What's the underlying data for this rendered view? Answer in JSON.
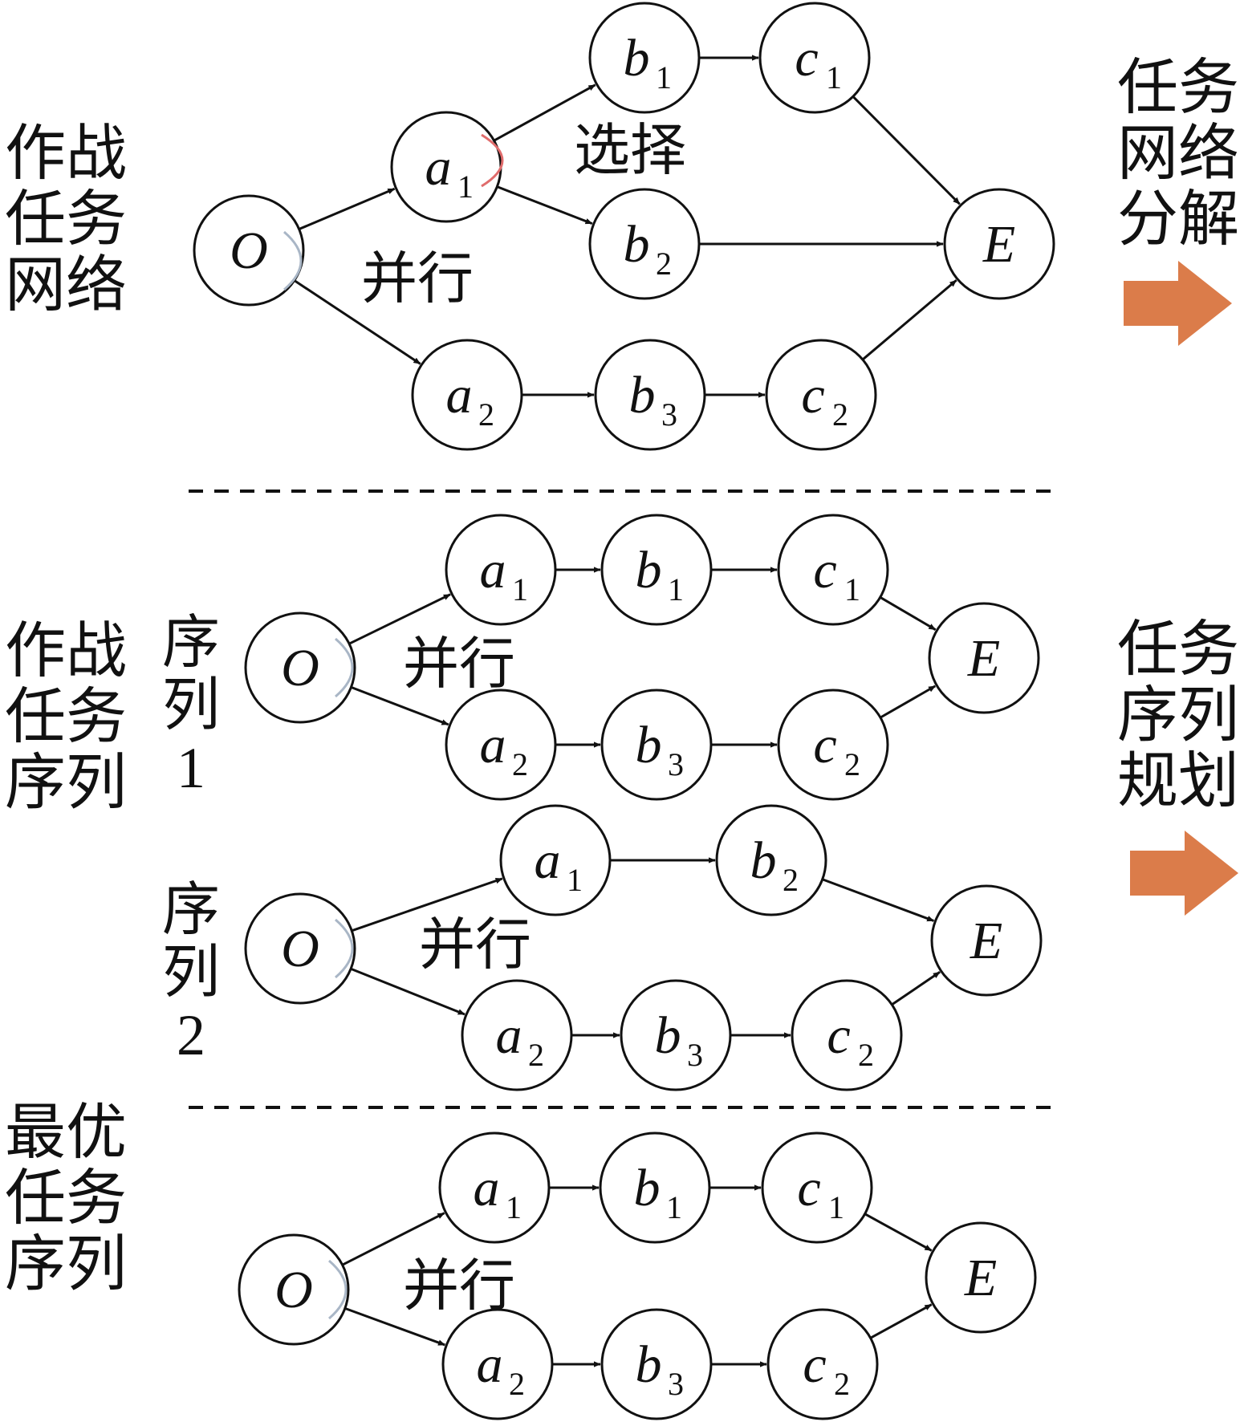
{
  "colors": {
    "stroke": "#111111",
    "select_arc": "#e06c6c",
    "parallel_arc": "#a9b6c6",
    "arrow_orange": "#db7c4a"
  },
  "labels": {
    "network": "作战\n任务\n网络",
    "sequences": "作战\n任务\n序列",
    "optimal": "最优\n任务\n序列",
    "decompose": "任务\n网络\n分解",
    "planning": "任务\n序列\n规划",
    "seq1": "序\n列\n1",
    "seq2": "序\n列\n2"
  },
  "annotations": {
    "select": "选择",
    "parallel": "并行"
  },
  "icons": [
    "right-arrow-icon"
  ],
  "graphs": [
    {
      "name": "task-network",
      "parallel_label": "并行",
      "select_label": "选择",
      "nodes": [
        {
          "id": "O",
          "base": "O",
          "sub": ""
        },
        {
          "id": "a1",
          "base": "a",
          "sub": "1"
        },
        {
          "id": "a2",
          "base": "a",
          "sub": "2"
        },
        {
          "id": "b1",
          "base": "b",
          "sub": "1"
        },
        {
          "id": "b2",
          "base": "b",
          "sub": "2"
        },
        {
          "id": "b3",
          "base": "b",
          "sub": "3"
        },
        {
          "id": "c1",
          "base": "c",
          "sub": "1"
        },
        {
          "id": "c2",
          "base": "c",
          "sub": "2"
        },
        {
          "id": "E",
          "base": "E",
          "sub": ""
        }
      ],
      "edges": [
        [
          "O",
          "a1"
        ],
        [
          "O",
          "a2"
        ],
        [
          "a1",
          "b1"
        ],
        [
          "a1",
          "b2"
        ],
        [
          "b1",
          "c1"
        ],
        [
          "c1",
          "E"
        ],
        [
          "b2",
          "E"
        ],
        [
          "a2",
          "b3"
        ],
        [
          "b3",
          "c2"
        ],
        [
          "c2",
          "E"
        ]
      ]
    },
    {
      "name": "sequence-1",
      "parallel_label": "并行",
      "nodes": [
        {
          "id": "O",
          "base": "O",
          "sub": ""
        },
        {
          "id": "a1",
          "base": "a",
          "sub": "1"
        },
        {
          "id": "b1",
          "base": "b",
          "sub": "1"
        },
        {
          "id": "c1",
          "base": "c",
          "sub": "1"
        },
        {
          "id": "a2",
          "base": "a",
          "sub": "2"
        },
        {
          "id": "b3",
          "base": "b",
          "sub": "3"
        },
        {
          "id": "c2",
          "base": "c",
          "sub": "2"
        },
        {
          "id": "E",
          "base": "E",
          "sub": ""
        }
      ],
      "edges": [
        [
          "O",
          "a1"
        ],
        [
          "O",
          "a2"
        ],
        [
          "a1",
          "b1"
        ],
        [
          "b1",
          "c1"
        ],
        [
          "c1",
          "E"
        ],
        [
          "a2",
          "b3"
        ],
        [
          "b3",
          "c2"
        ],
        [
          "c2",
          "E"
        ]
      ]
    },
    {
      "name": "sequence-2",
      "parallel_label": "并行",
      "nodes": [
        {
          "id": "O",
          "base": "O",
          "sub": ""
        },
        {
          "id": "a1",
          "base": "a",
          "sub": "1"
        },
        {
          "id": "b2",
          "base": "b",
          "sub": "2"
        },
        {
          "id": "a2",
          "base": "a",
          "sub": "2"
        },
        {
          "id": "b3",
          "base": "b",
          "sub": "3"
        },
        {
          "id": "c2",
          "base": "c",
          "sub": "2"
        },
        {
          "id": "E",
          "base": "E",
          "sub": ""
        }
      ],
      "edges": [
        [
          "O",
          "a1"
        ],
        [
          "O",
          "a2"
        ],
        [
          "a1",
          "b2"
        ],
        [
          "b2",
          "E"
        ],
        [
          "a2",
          "b3"
        ],
        [
          "b3",
          "c2"
        ],
        [
          "c2",
          "E"
        ]
      ]
    },
    {
      "name": "optimal-sequence",
      "parallel_label": "并行",
      "nodes": [
        {
          "id": "O",
          "base": "O",
          "sub": ""
        },
        {
          "id": "a1",
          "base": "a",
          "sub": "1"
        },
        {
          "id": "b1",
          "base": "b",
          "sub": "1"
        },
        {
          "id": "c1",
          "base": "c",
          "sub": "1"
        },
        {
          "id": "a2",
          "base": "a",
          "sub": "2"
        },
        {
          "id": "b3",
          "base": "b",
          "sub": "3"
        },
        {
          "id": "c2",
          "base": "c",
          "sub": "2"
        },
        {
          "id": "E",
          "base": "E",
          "sub": ""
        }
      ],
      "edges": [
        [
          "O",
          "a1"
        ],
        [
          "O",
          "a2"
        ],
        [
          "a1",
          "b1"
        ],
        [
          "b1",
          "c1"
        ],
        [
          "c1",
          "E"
        ],
        [
          "a2",
          "b3"
        ],
        [
          "b3",
          "c2"
        ],
        [
          "c2",
          "E"
        ]
      ]
    }
  ]
}
